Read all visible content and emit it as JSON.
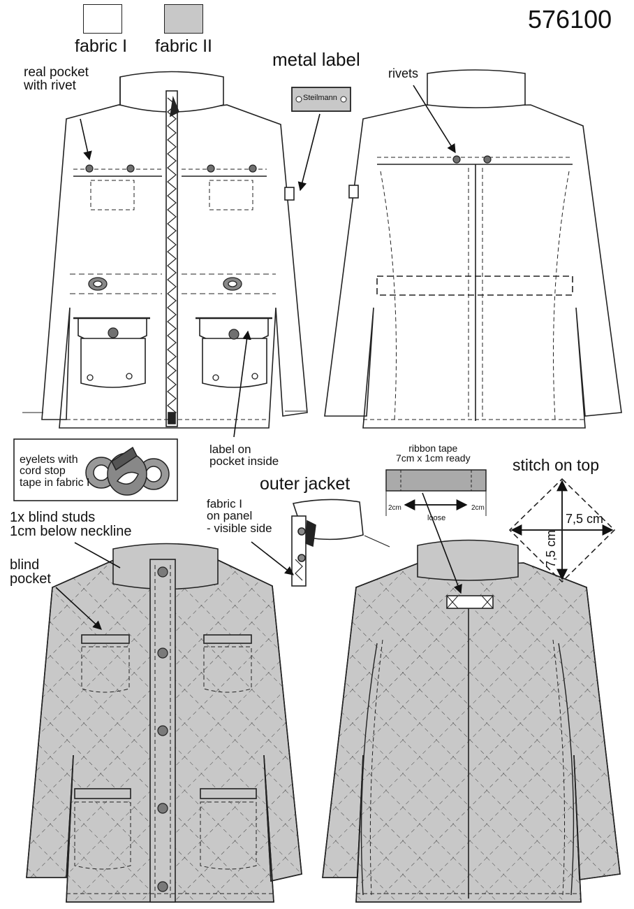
{
  "style_number": "576100",
  "legend": {
    "fabric1": {
      "label": "fabric I",
      "color": "#ffffff"
    },
    "fabric2": {
      "label": "fabric II",
      "color": "#c8c8c8"
    }
  },
  "annotations": {
    "metal_label": "metal label",
    "metal_label_text": "Steilmann",
    "real_pocket": "real pocket\nwith rivet",
    "rivets": "rivets",
    "label_on_pocket": "label on\npocket inside",
    "eyelets": "eyelets with\ncord stop\ntape in fabric I",
    "outer_jacket": "outer jacket",
    "fabric_on_panel": "fabric I\non panel\n- visible side",
    "ribbon_tape": "ribbon tape\n7cm x 1cm ready",
    "ribbon_left": "2cm",
    "ribbon_right": "2cm",
    "ribbon_loose": "loose",
    "stitch_on_top": "stitch on top",
    "stitch_h": "7,5 cm",
    "stitch_v": "7,5 cm",
    "blind_studs": "1x blind studs\n1cm below neckline",
    "blind_pocket": "blind\npocket"
  },
  "colors": {
    "line": "#222222",
    "fabric2": "#c8c8c8",
    "rivet": "#707070",
    "label_fill": "#c8c8c8"
  }
}
